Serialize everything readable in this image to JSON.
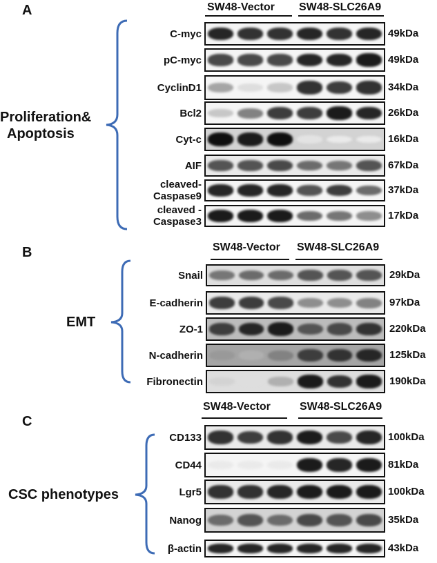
{
  "panels": [
    {
      "letter": "A",
      "group1": "SW48-Vector",
      "group2": "SW48-SLC26A9",
      "category": [
        "Proliferation&",
        "Apoptosis"
      ],
      "rows": [
        {
          "protein": [
            "C-myc"
          ],
          "kda": "49kDa",
          "intensity": [
            0.9,
            0.85,
            0.85,
            0.9,
            0.85,
            0.9
          ],
          "bg": 0.0
        },
        {
          "protein": [
            "pC-myc"
          ],
          "kda": "49kDa",
          "intensity": [
            0.75,
            0.75,
            0.75,
            0.9,
            0.9,
            0.95
          ],
          "bg": 0.0
        },
        {
          "protein": [
            "CyclinD1"
          ],
          "kda": "34kDa",
          "intensity": [
            0.35,
            0.1,
            0.2,
            0.85,
            0.8,
            0.85
          ],
          "bg": 0.0
        },
        {
          "protein": [
            "Bcl2"
          ],
          "kda": "26kDa",
          "intensity": [
            0.2,
            0.5,
            0.8,
            0.8,
            0.95,
            0.9
          ],
          "bg": 0.0
        },
        {
          "protein": [
            "Cyt-c"
          ],
          "kda": "16kDa",
          "intensity": [
            1.0,
            0.95,
            1.0,
            0.08,
            0.05,
            0.05
          ],
          "bg": 0.15
        },
        {
          "protein": [
            "AIF"
          ],
          "kda": "67kDa",
          "intensity": [
            0.7,
            0.7,
            0.75,
            0.6,
            0.55,
            0.7
          ],
          "bg": 0.05
        },
        {
          "protein": [
            "cleaved-",
            "Caspase9"
          ],
          "kda": "37kDa",
          "intensity": [
            0.9,
            0.9,
            0.9,
            0.7,
            0.8,
            0.6
          ],
          "bg": 0.0
        },
        {
          "protein": [
            "cleaved -",
            "Caspase3"
          ],
          "kda": "17kDa",
          "intensity": [
            0.95,
            0.95,
            0.95,
            0.6,
            0.55,
            0.45
          ],
          "bg": 0.0
        }
      ]
    },
    {
      "letter": "B",
      "group1": "SW48-Vector",
      "group2": "SW48-SLC26A9",
      "category": [
        "EMT"
      ],
      "rows": [
        {
          "protein": [
            "Snail"
          ],
          "kda": "29kDa",
          "intensity": [
            0.55,
            0.6,
            0.6,
            0.7,
            0.7,
            0.7
          ],
          "bg": 0.1
        },
        {
          "protein": [
            "E-cadherin"
          ],
          "kda": "97kDa",
          "intensity": [
            0.8,
            0.8,
            0.75,
            0.45,
            0.45,
            0.5
          ],
          "bg": 0.05
        },
        {
          "protein": [
            "ZO-1"
          ],
          "kda": "220kDa",
          "intensity": [
            0.8,
            0.9,
            0.95,
            0.7,
            0.75,
            0.85
          ],
          "bg": 0.25
        },
        {
          "protein": [
            "N-cadherin"
          ],
          "kda": "125kDa",
          "intensity": [
            0.4,
            0.3,
            0.5,
            0.8,
            0.85,
            0.9
          ],
          "bg": 0.35
        },
        {
          "protein": [
            "Fibronectin"
          ],
          "kda": "190kDa",
          "intensity": [
            0.15,
            0.1,
            0.3,
            0.95,
            0.85,
            0.95
          ],
          "bg": 0.1
        }
      ]
    },
    {
      "letter": "C",
      "group1": "SW48-Vector",
      "group2": "SW48-SLC26A9",
      "category": [
        "CSC phenotypes"
      ],
      "rows": [
        {
          "protein": [
            "CD133"
          ],
          "kda": "100kDa",
          "intensity": [
            0.85,
            0.8,
            0.85,
            0.95,
            0.75,
            0.9
          ],
          "bg": 0.05
        },
        {
          "protein": [
            "CD44"
          ],
          "kda": "81kDa",
          "intensity": [
            0.05,
            0.05,
            0.05,
            0.95,
            0.9,
            0.95
          ],
          "bg": 0.0
        },
        {
          "protein": [
            "Lgr5"
          ],
          "kda": "100kDa",
          "intensity": [
            0.85,
            0.85,
            0.9,
            0.95,
            0.95,
            0.95
          ],
          "bg": 0.05
        },
        {
          "protein": [
            "Nanog"
          ],
          "kda": "35kDa",
          "intensity": [
            0.6,
            0.7,
            0.6,
            0.75,
            0.7,
            0.75
          ],
          "bg": 0.15
        },
        {
          "protein": [
            "β-actin"
          ],
          "kda": "43kDa",
          "intensity": [
            0.9,
            0.9,
            0.9,
            0.9,
            0.9,
            0.9
          ],
          "bg": 0.0
        }
      ]
    }
  ],
  "colors": {
    "brace": "#3d6bb5",
    "ink": "#111111"
  }
}
